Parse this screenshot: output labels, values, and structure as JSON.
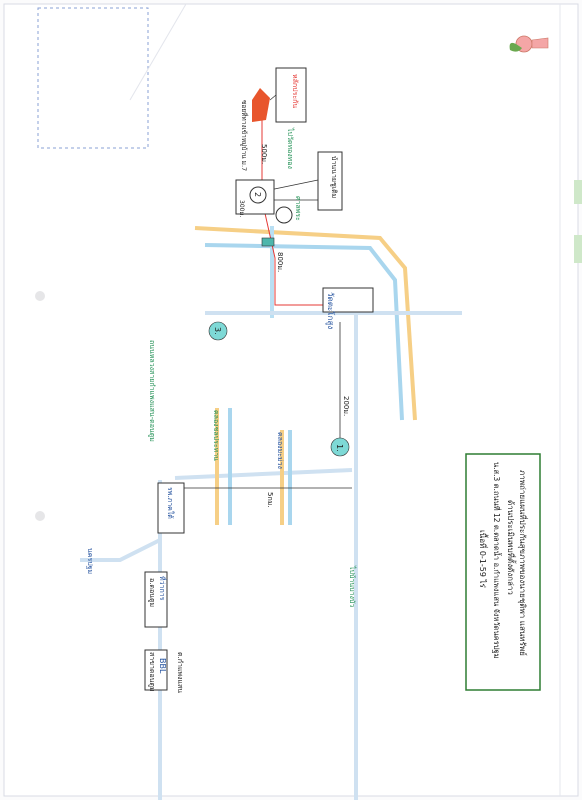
{
  "map": {
    "title_lines": [
      "ภาพถ่ายแผนที่ประกันสุขภาพของนายชุติพา แสนทรัพย์",
      "ด้านประเมินพบที่ตั้งดังกล่าว",
      "น.ส.3 ต.ถนนที่ 12 ต.ตลาดน้ำ อ.กำแพงแสน จังหวัดนครปฐม",
      "เนื้อที่ 0-1-59 ไร่"
    ],
    "labels": {
      "project_parcel": "หลักประกัน",
      "village": "บ้านนายชูเติม",
      "alley": "ซอยที่ทางเข้าหมู่บ้าน ม.7",
      "to_temple": "ไปวัดทองทอง",
      "sala": "ศาลพระ",
      "wat_box": "วัดตะโกสูง",
      "hospital_box": "รพ.ภาคใต้",
      "district_box_line1": "ที่ว่าการ",
      "district_box_line2": "อ.ดอนตูม",
      "bank_box_line1": "BBL",
      "bank_box_line2": "สาขาดอนตูม",
      "canal_left": "คลองชลประทาน",
      "canal_right": "คลองมะม่วง",
      "road_label": "ถนนหลวงสายกำแพงแสน-ดอนตูม",
      "nakhon_pathom": "นครปฐม",
      "kamphaeng_saen": "ต.กำแพงแสน",
      "to_bang_bua": "ไปบ้านบางบัว",
      "dist_500": "500ม.",
      "dist_800": "800ม.",
      "dist_200": "200ม.",
      "dist_5km": "5กม.",
      "dist_300": "300ม.",
      "marker_1": "1.",
      "marker_2": "2",
      "marker_3": "3."
    },
    "colors": {
      "road_blue": "#a9d6ee",
      "road_yellow": "#f6cf86",
      "canal": "#b9dff3",
      "route_red": "#e53935",
      "parcel_fill": "#e8552c",
      "marker_fill": "#7ed9d6",
      "green_text": "#1f8f53",
      "blue_text": "#1f4e9c",
      "box_border": "#333333"
    }
  }
}
